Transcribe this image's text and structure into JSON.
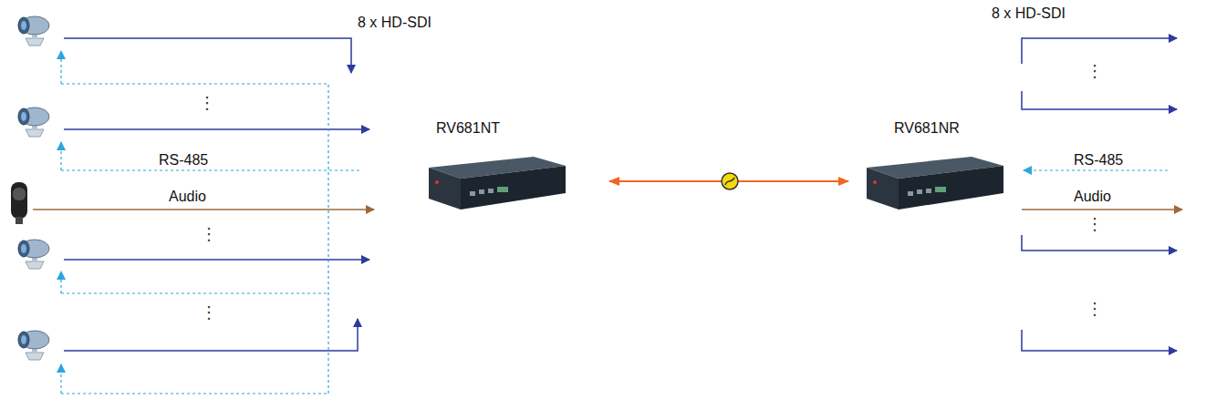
{
  "diagram": {
    "nodes": [
      {
        "text": [
          "RV681NT"
        ]
      },
      {
        "text": [
          "RV681NR"
        ]
      }
    ],
    "edges": [
      {
        "from": 0,
        "to": 1,
        "arrow": "both"
      }
    ],
    "labels": [
      "8 x HD-SDI",
      "⋮",
      "RS-485",
      "Audio",
      "⋮",
      "⋮",
      "8 x HD-SDI",
      "⋮",
      "RS-485",
      "Audio",
      "⋮",
      "⋮"
    ]
  }
}
